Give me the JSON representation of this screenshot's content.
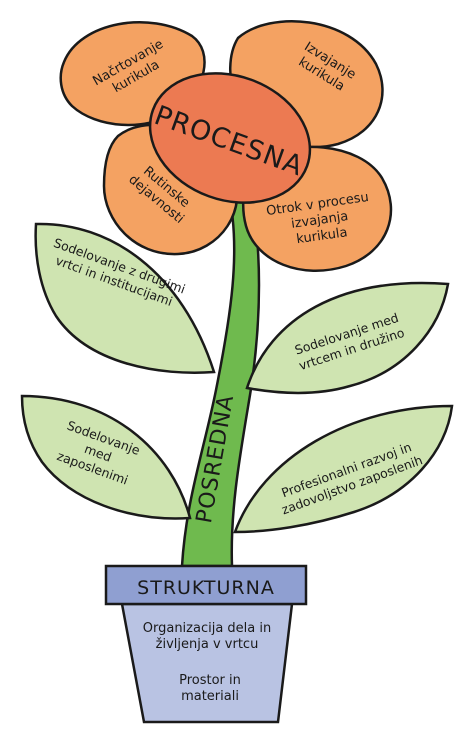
{
  "colors": {
    "petal": "#f4a262",
    "center": "#ec7a52",
    "stem": "#6fba4e",
    "leaf": "#cfe4b1",
    "pot": "#b9c3e3",
    "rim": "#8f9fd1",
    "outline": "#1a1a1a"
  },
  "flower": {
    "center_label": "PROCESNA",
    "petals": [
      {
        "line1": "Načrtovanje",
        "line2": "kurikula",
        "line3": ""
      },
      {
        "line1": "Izvajanje",
        "line2": "kurikula",
        "line3": ""
      },
      {
        "line1": "Rutinske",
        "line2": "dejavnosti",
        "line3": ""
      },
      {
        "line1": "Otrok v procesu",
        "line2": "izvajanja",
        "line3": "kurikula"
      }
    ]
  },
  "stem": {
    "label": "POSREDNA"
  },
  "leaves": [
    {
      "line1": "Sodelovanje z drugimi",
      "line2": "vrtci in institucijami",
      "line3": ""
    },
    {
      "line1": "Sodelovanje med",
      "line2": "vrtcem in družino",
      "line3": ""
    },
    {
      "line1": "Sodelovanje",
      "line2": "med",
      "line3": "zaposlenimi"
    },
    {
      "line1": "Profesionalni razvoj in",
      "line2": "zadovoljstvo zaposlenih",
      "line3": ""
    }
  ],
  "pot": {
    "label": "STRUKTURNA",
    "item1_line1": "Organizacija dela in",
    "item1_line2": "življenja v vrtcu",
    "item2_line1": "Prostor in",
    "item2_line2": "materiali"
  }
}
